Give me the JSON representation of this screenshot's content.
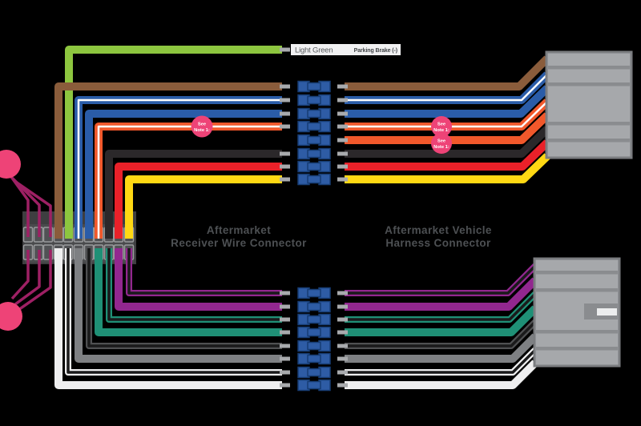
{
  "titles": {
    "receiver": {
      "line1": "Aftermarket",
      "line2": "Receiver Wire Connector"
    },
    "harness": {
      "line1": "Aftermarket Vehicle",
      "line2": "Harness Connector"
    }
  },
  "green_label": {
    "name": "Light Green",
    "circuit": "Parking Brake (-)"
  },
  "note": {
    "line1": "See",
    "line2": "Note 1:"
  },
  "colors": {
    "background": "#000000",
    "light_green": "#8DC63F",
    "brown": "#8A5C3B",
    "blue": "#2A5CA8",
    "orange": "#F1582B",
    "black_wire": "#2B282A",
    "red": "#EA2129",
    "yellow": "#FFD813",
    "purple": "#92278F",
    "teal_green": "#1F9076",
    "gray": "#7E8083",
    "dark_gray": "#4F5052",
    "white_wire": "#EFEFF0",
    "magenta": "#9E2064",
    "pink_note": "#EE4377",
    "white_stripe": "#FFFFFF",
    "black_stripe": "#1A1A1B",
    "butt_blue": "#2E5CA5",
    "butt_blue_dark": "#173D74",
    "tip_gray": "#A8AAAD",
    "connector_gray": "#A6A8AB",
    "connector_border": "#7B7D80",
    "connector_divider": "#8A8C8F",
    "connector_tab": "#8A8C8F",
    "connector_tab_slot": "#ECEDEE",
    "block_dark": "#3E3E40",
    "block_inner": "#4A4B4D",
    "slot_fill": "#515255",
    "slot_border": "#98999B",
    "label_bar": "#F1F1F2",
    "label_text": "#55585B",
    "circuit_text": "#3F4245",
    "title_text": "#4D5053",
    "note_text": "#FFFFFF"
  },
  "top_wires": [
    {
      "name": "light-green",
      "stripe": null,
      "connects_to": "parking-brake-label"
    },
    {
      "name": "brown",
      "stripe": null
    },
    {
      "name": "blue-white",
      "stripe": "white"
    },
    {
      "name": "blue",
      "stripe": null
    },
    {
      "name": "orange-white",
      "stripe": "white"
    },
    {
      "name": "orange",
      "stripe": null,
      "left_side": false
    },
    {
      "name": "black",
      "stripe": null
    },
    {
      "name": "red",
      "stripe": null
    },
    {
      "name": "yellow",
      "stripe": null
    }
  ],
  "bottom_wires": [
    {
      "name": "purple-black",
      "stripe": "black"
    },
    {
      "name": "purple",
      "stripe": null
    },
    {
      "name": "green-black",
      "stripe": "black"
    },
    {
      "name": "green",
      "stripe": null
    },
    {
      "name": "gray-black",
      "stripe": "black"
    },
    {
      "name": "gray",
      "stripe": null
    },
    {
      "name": "white-black",
      "stripe": "black"
    },
    {
      "name": "white",
      "stripe": null
    }
  ],
  "pigtails": {
    "top_wire_count": 3,
    "bottom_wire_count": 3
  }
}
